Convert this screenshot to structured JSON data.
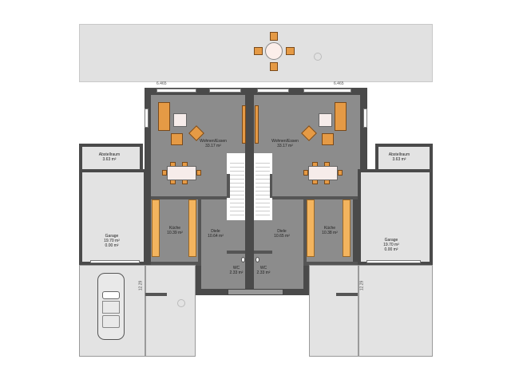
{
  "plan": {
    "dimensions": {
      "top_left": "6.465",
      "top_right": "6.465",
      "side_left": "12.29",
      "side_right": "12.29"
    },
    "left_unit": {
      "rooms": [
        {
          "name": "Wohnen/Essen",
          "area": "33.17 m²"
        },
        {
          "name": "Küche",
          "area": "10.39 m²"
        },
        {
          "name": "Diele",
          "area": "10.64 m²"
        },
        {
          "name": "WC",
          "area": "2.33 m²"
        },
        {
          "name": "Abstellraum",
          "area": "3.63 m²"
        },
        {
          "name": "Garage",
          "area": "19.70 m²",
          "extra": "0.00 m²"
        }
      ]
    },
    "right_unit": {
      "rooms": [
        {
          "name": "Wohnen/Essen",
          "area": "33.17 m²"
        },
        {
          "name": "Küche",
          "area": "10.38 m²"
        },
        {
          "name": "Diele",
          "area": "10.65 m²"
        },
        {
          "name": "WC",
          "area": "2.33 m²"
        },
        {
          "name": "Abstellraum",
          "area": "3.63 m²"
        },
        {
          "name": "Garage",
          "area": "19.70 m²",
          "extra": "0.00 m²"
        }
      ]
    },
    "icons": [
      "car-icon",
      "patio-table-icon",
      "plant-icon",
      "sofa-icon",
      "dining-table-icon",
      "stair-icon",
      "toilet-icon",
      "door-icon"
    ],
    "colors": {
      "wall": "#555555",
      "floor": "#8c8c8c",
      "furniture": "#e59a45",
      "ground": "#e3e3e3"
    }
  }
}
